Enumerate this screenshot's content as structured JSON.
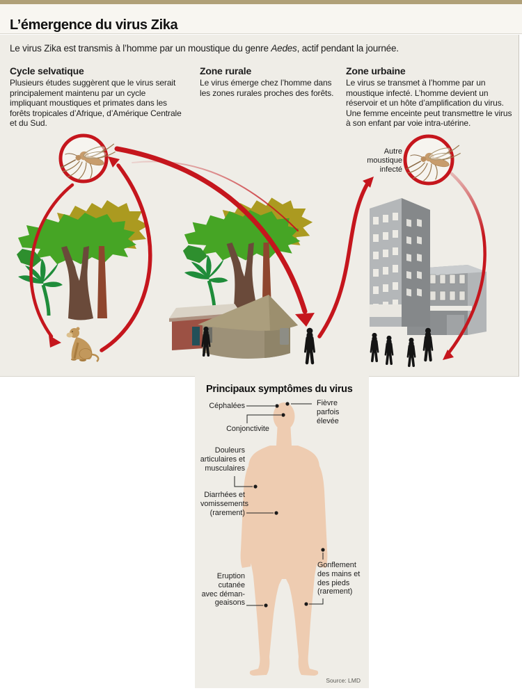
{
  "page": {
    "title": "L’émergence du virus Zika",
    "intro": {
      "before": "Le virus Zika est transmis à l’homme par un moustique du genre ",
      "italic": "Aedes",
      "after": ", actif pendant la journée."
    }
  },
  "sections": {
    "selvatic": {
      "title": "Cycle selvatique",
      "body": "Plusieurs études suggèrent que le virus serait principalement maintenu par un cycle impliquant moustiques et primates dans les forêts tropicales d’Afrique, d’Amérique Centrale et du Sud."
    },
    "rural": {
      "title": "Zone rurale",
      "body": "Le virus émerge chez l’homme dans les zones rurales proches des forêts."
    },
    "urban": {
      "title": "Zone urbaine",
      "body": "Le virus se transmet à l’homme par un moustique infecté. L’homme devient un réservoir et un hôte d’amplification du virus. Une femme enceinte peut transmettre le virus à son enfant par voie intra-utérine."
    }
  },
  "diagram": {
    "other_mosquito": "Autre moustique infecté"
  },
  "symptoms": {
    "title": "Principaux symptômes du virus",
    "items": [
      {
        "id": "cephalees",
        "label": "Céphalées"
      },
      {
        "id": "fievre",
        "label": "Fièvre parfois élevée"
      },
      {
        "id": "conjonctivite",
        "label": "Conjonctivite"
      },
      {
        "id": "douleurs",
        "label": "Douleurs articulaires et musculaires"
      },
      {
        "id": "diarrhees",
        "label": "Diarrhées et vomissements (rarement)"
      },
      {
        "id": "gonflement",
        "label": "Gonflement des mains et des pieds (rarement)"
      },
      {
        "id": "eruption",
        "label": "Eruption cutanée avec déman- geaisons"
      }
    ],
    "source": "Source: LMD"
  },
  "colors": {
    "accent_red": "#c5161d",
    "top_bar": "#b0a078",
    "canvas_beige": "#efede7",
    "skin": "#eeccb1",
    "silhouette_black": "#141414"
  }
}
